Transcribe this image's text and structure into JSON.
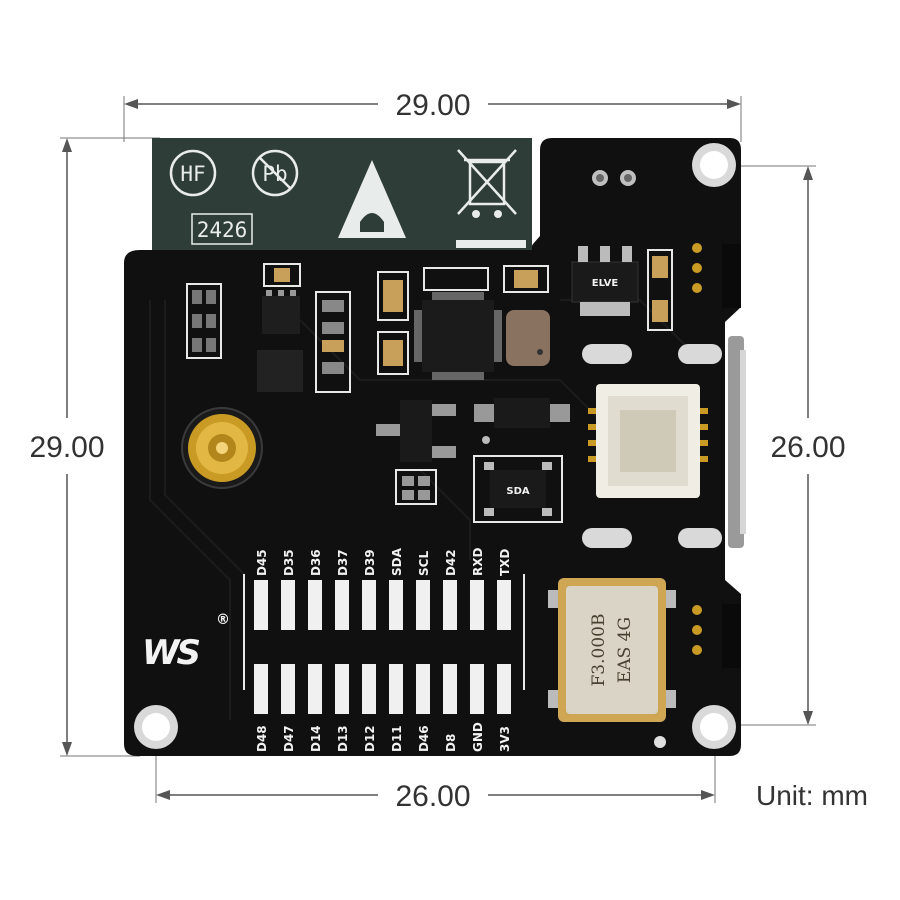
{
  "dimensions": {
    "top_width": "29.00",
    "left_height": "29.00",
    "right_hole_spacing": "26.00",
    "bottom_hole_spacing": "26.00",
    "unit": "Unit: mm"
  },
  "colors": {
    "pcb": "#111111",
    "antenna_label": "#2f3d39",
    "gold": "#d4a326",
    "silkscreen": "#f2f2f2",
    "dim_line": "#555555"
  },
  "antenna_label": {
    "hf_mark": "HF",
    "pb_mark": "Pb",
    "date_code": "2426",
    "icons": [
      "hf-icon",
      "lead-free-icon",
      "esd-warning-icon",
      "weee-bin-icon"
    ]
  },
  "board": {
    "pins_top": [
      "D45",
      "D35",
      "D36",
      "D37",
      "D39",
      "SDA",
      "SCL",
      "D42",
      "RXD",
      "TXD"
    ],
    "pins_bottom": [
      "D48",
      "D47",
      "D14",
      "D13",
      "D12",
      "D11",
      "D46",
      "D8",
      "GND",
      "3V3"
    ],
    "logo": "WS",
    "logo_mark": "®",
    "crystal_line1": "F3.000B",
    "crystal_line2": "EAS 4G",
    "ldo_marking": "ELVE",
    "mosfet_marking": "SDA"
  }
}
